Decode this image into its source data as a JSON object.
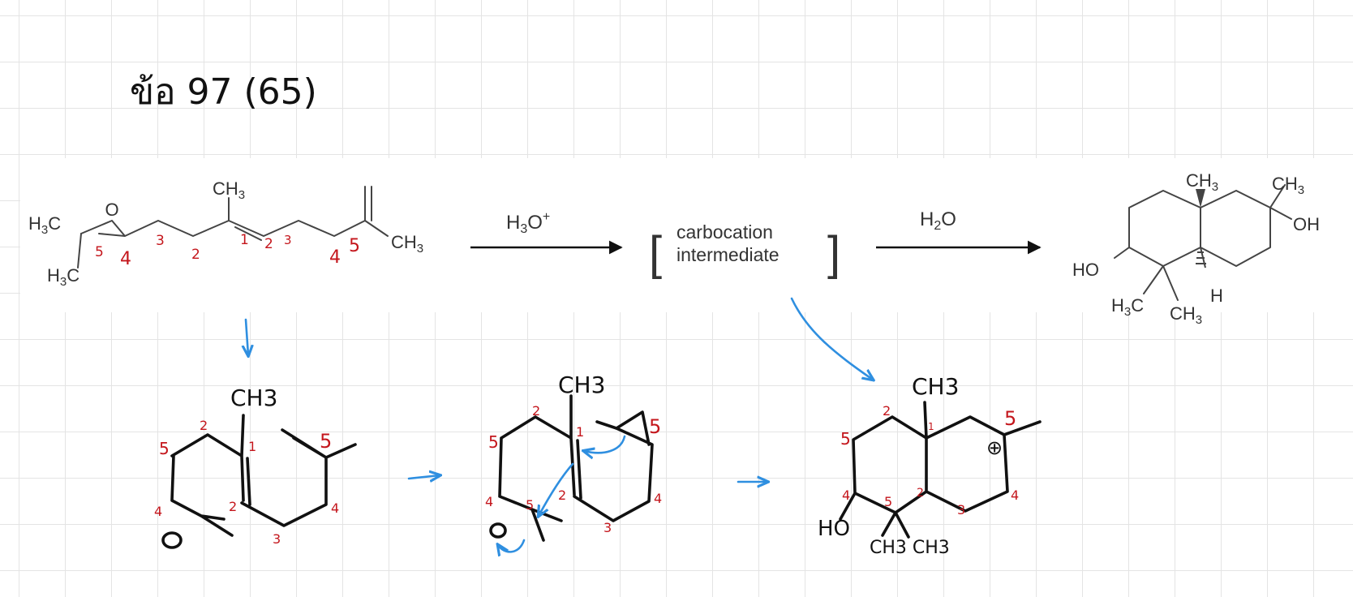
{
  "note": {
    "title": "ข้อ 97 (65)"
  },
  "colors": {
    "ink": "#111111",
    "printed": "#333333",
    "numbering": "#c4161c",
    "arrow": "#2f8fe0",
    "grid": "#e4e4e4"
  },
  "printed_scheme": {
    "reactant": {
      "o": "O",
      "ch3_top": "CH",
      "ch3_right": "CH",
      "h3c_top": "H",
      "h3c_bot": "H",
      "sub3": "3",
      "c": "C",
      "numbers": [
        "5",
        "4",
        "3",
        "2",
        "1",
        "2",
        "3",
        "4",
        "5"
      ]
    },
    "arrow1": {
      "reagent": "H",
      "sub": "3",
      "main": "O",
      "charge": "+"
    },
    "intermediate": {
      "line1": "carbocation",
      "line2": "intermediate",
      "open": "[",
      "close": "]"
    },
    "arrow2": {
      "reagent": "H",
      "sub": "2",
      "main": "O"
    },
    "product": {
      "ch3_a": "CH",
      "ch3_b": "CH",
      "oh": "OH",
      "ho": "HO",
      "h3c": "H",
      "ch3_c": "CH",
      "h": "H",
      "sub3": "3",
      "c": "C"
    }
  },
  "handwritten": {
    "step1": {
      "ch3": "CH3",
      "numbers": [
        "5",
        "2",
        "1",
        "5",
        "4",
        "2",
        "4",
        "3"
      ],
      "o": "O"
    },
    "step2": {
      "ch3": "CH3",
      "numbers": [
        "5",
        "2",
        "1",
        "5",
        "4",
        "5",
        "2",
        "4",
        "3"
      ],
      "o": "O"
    },
    "step3": {
      "ch3": "CH3",
      "numbers": [
        "2",
        "5",
        "1",
        "5",
        "4",
        "5",
        "2",
        "4",
        "3"
      ],
      "ho": "HO",
      "ch3_pair": "CH3 CH3",
      "plus": "⊕"
    }
  }
}
